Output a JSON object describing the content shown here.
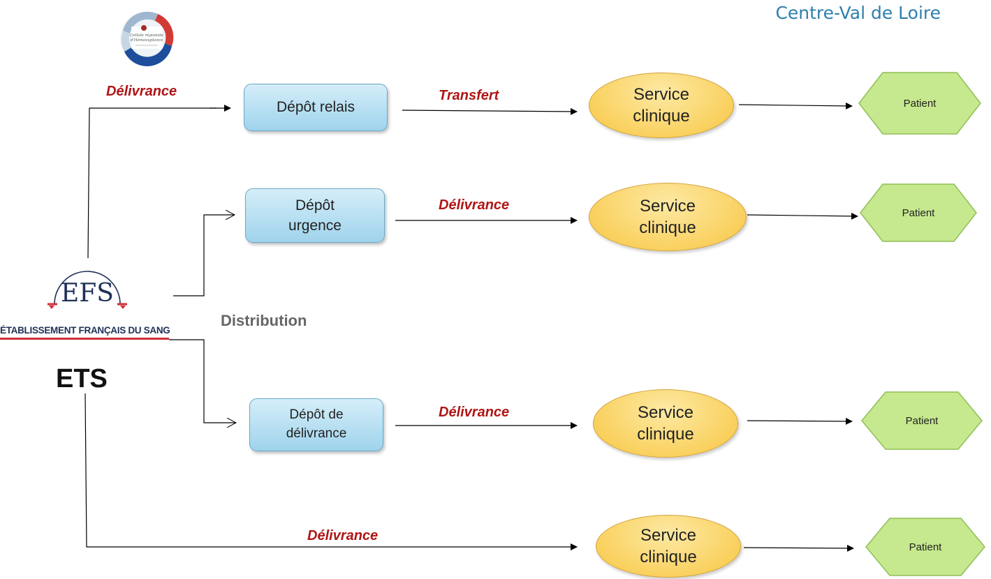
{
  "header": {
    "region": "Centre-Val de Loire"
  },
  "logos": {
    "hemovigilance": "Cellule régionale d'Hémovigilance",
    "efs_mark": "EFS",
    "efs_name": "ÉTABLISSEMENT FRANÇAIS DU SANG"
  },
  "ets_label": "ETS",
  "distribution_label": "Distribution",
  "rows": [
    {
      "arrow1": "Délivrance",
      "depot": [
        "Dépôt relais"
      ],
      "arrow2": "Transfert",
      "service": [
        "Service",
        "clinique"
      ],
      "patient": "Patient"
    },
    {
      "depot": [
        "Dépôt",
        "urgence"
      ],
      "arrow2": "Délivrance",
      "service": [
        "Service",
        "clinique"
      ],
      "patient": "Patient"
    },
    {
      "depot": [
        "Dépôt de",
        "délivrance"
      ],
      "arrow2": "Délivrance",
      "service": [
        "Service",
        "clinique"
      ],
      "patient": "Patient"
    },
    {
      "arrow1": "Délivrance",
      "service": [
        "Service",
        "clinique"
      ],
      "patient": "Patient"
    }
  ],
  "colors": {
    "depot_fill": "#aadaf0",
    "service_fill": "#f9cf5a",
    "patient_fill": "#c6e88e",
    "label_red": "#b01515",
    "region_blue": "#2e7fae"
  }
}
